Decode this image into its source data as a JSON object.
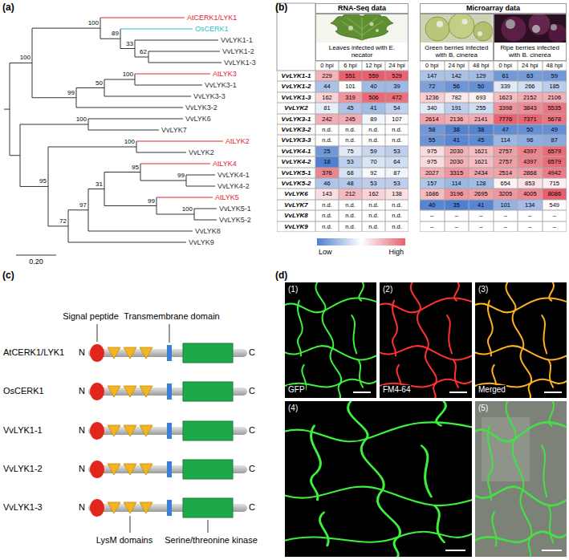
{
  "diagram": {
    "nodes": [
      {
        "text": [
          "RNA-Seq data"
        ]
      },
      {
        "text": [
          "Microarray data"
        ]
      },
      {
        "text": [
          "Leaves infected with E. necator"
        ]
      },
      {
        "text": [
          "Green berries infected with B. cinerea"
        ]
      },
      {
        "text": [
          "Ripe berries infected with B. cinerea"
        ]
      }
    ],
    "labels": [
      "(a)",
      "AtCERK1/LYK1",
      "OsCERK1",
      "VvLYK1-1",
      "VvLYK1-2",
      "VvLYK1-3",
      "AtLYK3",
      "VvLYK3-1",
      "VvLYK3-3",
      "VvLYK3-2",
      "VvLYK6",
      "VvLYK7",
      "AtLYK2",
      "VvLYK2",
      "AtLYK4",
      "VvLYK4-1",
      "VvLYK4-2",
      "AtLYK5",
      "VvLYK5-1",
      "VvLYK5-2",
      "VvLYK8",
      "VvLYK9",
      "100",
      "89",
      "33",
      "62",
      "100",
      "50",
      "99",
      "100",
      "100",
      "100",
      "95",
      "31",
      "99",
      "99",
      "100",
      "97",
      "95",
      "72",
      "0.20",
      "(b)",
      "0 hpi",
      "6 hpi",
      "12 hpi",
      "24 hpi",
      "0 hpi",
      "24 hpi",
      "48 hpi",
      "0 hpi",
      "24 hpi",
      "48 hpi",
      "VvLYK1-1",
      "229",
      "551",
      "559",
      "529",
      "147",
      "142",
      "129",
      "61",
      "63",
      "59",
      "VvLYK1-2",
      "44",
      "101",
      "40",
      "39",
      "72",
      "56",
      "50",
      "339",
      "266",
      "185",
      "VvLYK1-3",
      "162",
      "319",
      "506",
      "472",
      "1236",
      "782",
      "693",
      "1623",
      "2152",
      "2106",
      "VvLYK2",
      "81",
      "45",
      "41",
      "54",
      "340",
      "191",
      "255",
      "3398",
      "3843",
      "5535",
      "VvLYK3-1",
      "242",
      "245",
      "89",
      "107",
      "2614",
      "2136",
      "2141",
      "7776",
      "7371",
      "5678",
      "VvLYK3-2",
      "n.d.",
      "n.d.",
      "n.d.",
      "n.d.",
      "58",
      "38",
      "38",
      "47",
      "50",
      "49",
      "VvLYK3-3",
      "n.d.",
      "n.d.",
      "n.d.",
      "n.d.",
      "55",
      "41",
      "45",
      "114",
      "96",
      "87",
      "VvLYK4-1",
      "25",
      "75",
      "59",
      "53",
      "975",
      "2030",
      "1621",
      "2757",
      "4397",
      "6579",
      "VvLYK4-2",
      "18",
      "53",
      "70",
      "64",
      "975",
      "2030",
      "1621",
      "2757",
      "4397",
      "6579",
      "VvLYK5-1",
      "376",
      "68",
      "92",
      "87",
      "2027",
      "3315",
      "2434",
      "2514",
      "2868",
      "4942",
      "VvLYK5-2",
      "46",
      "48",
      "53",
      "53",
      "157",
      "114",
      "128",
      "654",
      "853",
      "715",
      "VvLYK6",
      "143",
      "212",
      "162",
      "138",
      "1686",
      "3196",
      "2695",
      "3205",
      "4005",
      "8086",
      "VvLYK7",
      "n.d.",
      "n.d.",
      "n.d.",
      "n.d.",
      "40",
      "35",
      "41",
      "101",
      "134",
      "549",
      "VvLYK8",
      "n.d.",
      "n.d.",
      "n.d.",
      "n.d.",
      "–",
      "–",
      "–",
      "–",
      "–",
      "–",
      "VvLYK9",
      "n.d.",
      "n.d.",
      "n.d.",
      "n.d.",
      "–",
      "–",
      "–",
      "–",
      "–",
      "–",
      "(c)",
      "Signal peptide",
      "Transmembrane domain",
      "LysM domains",
      "Serine/threonine kinase",
      "AtCERK1/LYK1",
      "N",
      "C",
      "OsCERK1",
      "N",
      "C",
      "VvLYK1-1",
      "N",
      "C",
      "VvLYK1-2",
      "N",
      "C",
      "VvLYK1-3",
      "N",
      "C",
      "(d)",
      "(1)",
      "GFP",
      "(2)",
      "FM4-64",
      "(3)",
      "Merged",
      "(4)",
      "(5)"
    ],
    "legend": [
      {
        "text": "Low",
        "color": "#4f7fcf"
      },
      {
        "text": "High",
        "color": "#e8606e"
      }
    ]
  }
}
